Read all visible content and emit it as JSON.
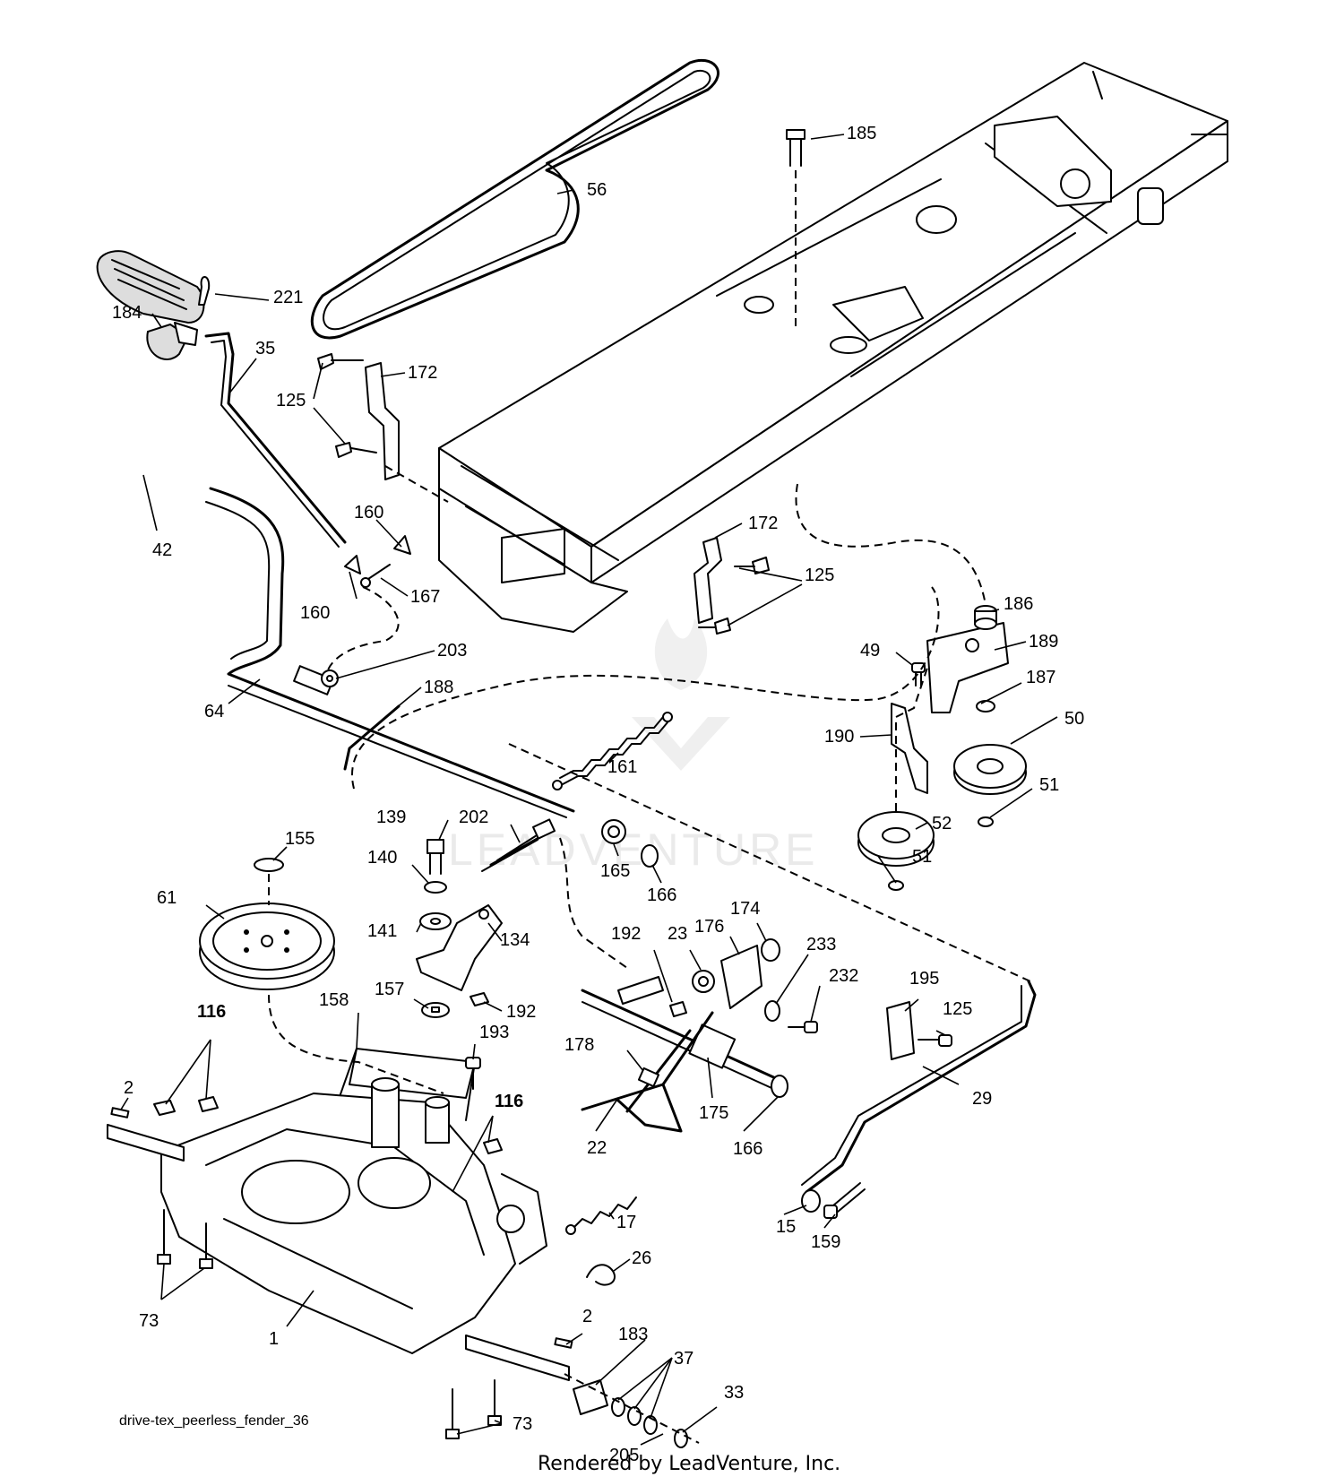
{
  "diagram_id": "drive-tex_peerless_fender_36",
  "credit": "Rendered by LeadVenture, Inc.",
  "watermark": "LEADVENTURE",
  "callouts": [
    {
      "id": "c-56",
      "label": "56"
    },
    {
      "id": "c-185",
      "label": "185"
    },
    {
      "id": "c-221",
      "label": "221"
    },
    {
      "id": "c-184",
      "label": "184"
    },
    {
      "id": "c-35",
      "label": "35"
    },
    {
      "id": "c-125a",
      "label": "125"
    },
    {
      "id": "c-172a",
      "label": "172"
    },
    {
      "id": "c-42",
      "label": "42"
    },
    {
      "id": "c-160a",
      "label": "160"
    },
    {
      "id": "c-160b",
      "label": "160"
    },
    {
      "id": "c-167",
      "label": "167"
    },
    {
      "id": "c-172b",
      "label": "172"
    },
    {
      "id": "c-125b",
      "label": "125"
    },
    {
      "id": "c-186",
      "label": "186"
    },
    {
      "id": "c-49",
      "label": "49"
    },
    {
      "id": "c-189",
      "label": "189"
    },
    {
      "id": "c-203",
      "label": "203"
    },
    {
      "id": "c-188",
      "label": "188"
    },
    {
      "id": "c-64",
      "label": "64"
    },
    {
      "id": "c-187",
      "label": "187"
    },
    {
      "id": "c-50",
      "label": "50"
    },
    {
      "id": "c-190",
      "label": "190"
    },
    {
      "id": "c-161",
      "label": "161"
    },
    {
      "id": "c-51a",
      "label": "51"
    },
    {
      "id": "c-139",
      "label": "139"
    },
    {
      "id": "c-202",
      "label": "202"
    },
    {
      "id": "c-155",
      "label": "155"
    },
    {
      "id": "c-52",
      "label": "52"
    },
    {
      "id": "c-51b",
      "label": "51"
    },
    {
      "id": "c-140",
      "label": "140"
    },
    {
      "id": "c-165",
      "label": "165"
    },
    {
      "id": "c-166a",
      "label": "166"
    },
    {
      "id": "c-61",
      "label": "61"
    },
    {
      "id": "c-174",
      "label": "174"
    },
    {
      "id": "c-176",
      "label": "176"
    },
    {
      "id": "c-141",
      "label": "141"
    },
    {
      "id": "c-134",
      "label": "134"
    },
    {
      "id": "c-192a",
      "label": "192"
    },
    {
      "id": "c-23",
      "label": "23"
    },
    {
      "id": "c-233",
      "label": "233"
    },
    {
      "id": "c-232",
      "label": "232"
    },
    {
      "id": "c-195",
      "label": "195"
    },
    {
      "id": "c-158",
      "label": "158"
    },
    {
      "id": "c-157",
      "label": "157"
    },
    {
      "id": "c-192b",
      "label": "192"
    },
    {
      "id": "c-125c",
      "label": "125"
    },
    {
      "id": "c-116a",
      "label": "116"
    },
    {
      "id": "c-193",
      "label": "193"
    },
    {
      "id": "c-178",
      "label": "178"
    },
    {
      "id": "c-175",
      "label": "175"
    },
    {
      "id": "c-29",
      "label": "29"
    },
    {
      "id": "c-2a",
      "label": "2"
    },
    {
      "id": "c-116b",
      "label": "116"
    },
    {
      "id": "c-22",
      "label": "22"
    },
    {
      "id": "c-166b",
      "label": "166"
    },
    {
      "id": "c-17",
      "label": "17"
    },
    {
      "id": "c-15",
      "label": "15"
    },
    {
      "id": "c-159",
      "label": "159"
    },
    {
      "id": "c-26",
      "label": "26"
    },
    {
      "id": "c-73a",
      "label": "73"
    },
    {
      "id": "c-1",
      "label": "1"
    },
    {
      "id": "c-2b",
      "label": "2"
    },
    {
      "id": "c-183",
      "label": "183"
    },
    {
      "id": "c-37",
      "label": "37"
    },
    {
      "id": "c-33",
      "label": "33"
    },
    {
      "id": "c-73b",
      "label": "73"
    },
    {
      "id": "c-205",
      "label": "205"
    }
  ]
}
